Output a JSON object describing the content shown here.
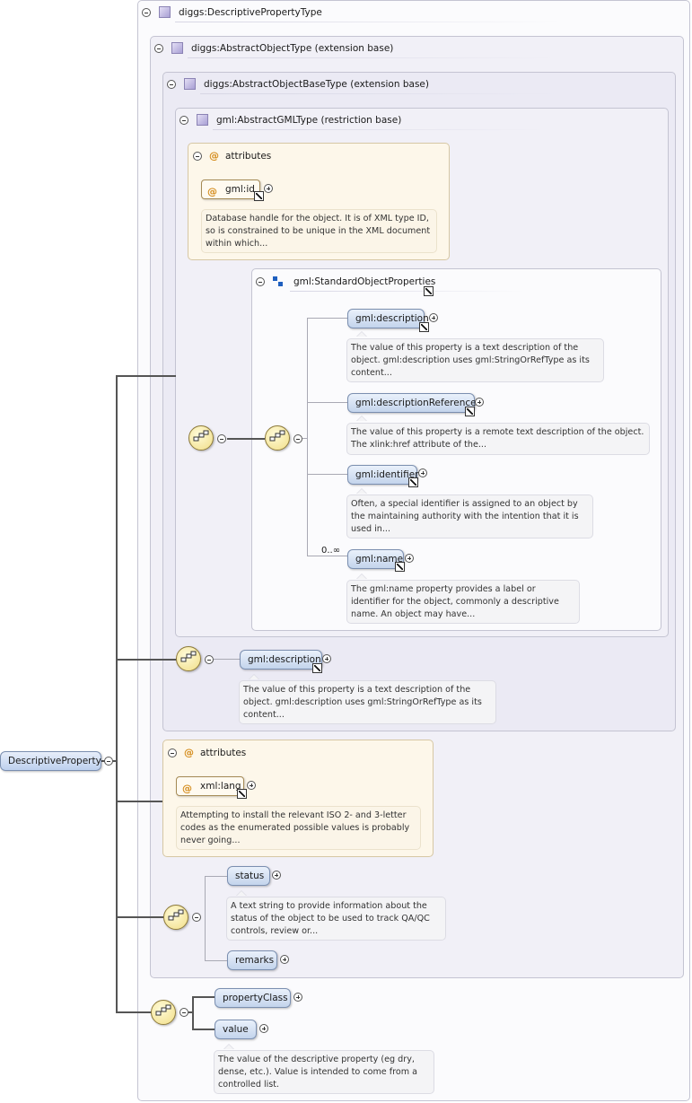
{
  "root": {
    "name": "DescriptiveProperty"
  },
  "types": {
    "descriptive": "diggs:DescriptivePropertyType",
    "abstract_object": "diggs:AbstractObjectType (extension base)",
    "abstract_object_base": "diggs:AbstractObjectBaseType (extension base)",
    "abstract_gml": "gml:AbstractGMLType (restriction base)"
  },
  "gml_attributes": {
    "title": "attributes",
    "id_label": "gml:id",
    "id_doc": "Database handle for the object. It is of XML type ID, so is constrained to be unique in the XML document within which..."
  },
  "standard_props": {
    "title": "gml:StandardObjectProperties",
    "items": [
      {
        "name": "gml:description",
        "doc": "The value of this property is a text description of the object. gml:description uses gml:StringOrRefType as its content..."
      },
      {
        "name": "gml:descriptionReference",
        "doc": "The value of this property is a remote text description of the object. The xlink:href attribute of the..."
      },
      {
        "name": "gml:identifier",
        "doc": "Often, a special identifier is assigned to an object by the maintaining authority with the intention that it is used in..."
      },
      {
        "name": "gml:name",
        "doc": "The gml:name property provides a label or identifier for the object, commonly a descriptive name. An object may have...",
        "occurs": "0..∞"
      }
    ]
  },
  "base_description": {
    "name": "gml:description",
    "doc": "The value of this property is a text description of the object. gml:description uses gml:StringOrRefType as its content..."
  },
  "lang_attributes": {
    "title": "attributes",
    "lang_label": "xml:lang",
    "lang_doc": "Attempting to install the relevant ISO 2- and 3-letter codes as the enumerated possible values is probably never going..."
  },
  "object_elems": {
    "status": "status",
    "status_doc": "A text string to provide information about the status of the object to be used to track QA/QC controls, review or...",
    "remarks": "remarks"
  },
  "descriptive_elems": {
    "property_class": "propertyClass",
    "value": "value",
    "value_doc": "The value of the descriptive property (eg dry, dense, etc.). Value is intended to come from a controlled list."
  },
  "colors": {
    "accent": "#c3d4ec",
    "attribute": "#d48b1a",
    "compositor": "#f1de88"
  }
}
